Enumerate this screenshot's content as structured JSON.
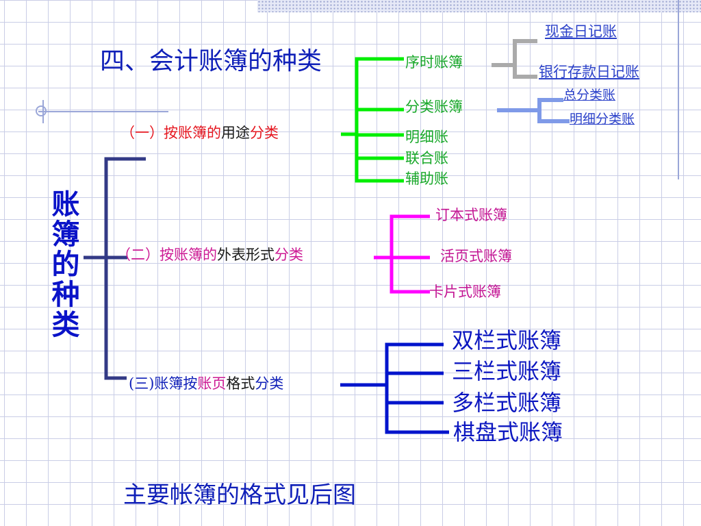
{
  "title": "四、会计账簿的种类",
  "side_label": "账簿的种类",
  "sec1": {
    "p1": "（一）按账簿的",
    "p2": "用途",
    "p3": "分类"
  },
  "sec1_items": [
    "序时账簿",
    "分类账簿",
    "明细账",
    "联合账",
    "辅助账"
  ],
  "sub_journal": [
    "现金日记账",
    "银行存款日记账"
  ],
  "sub_ledger": [
    "总分类账",
    "明细分类账"
  ],
  "sec2": {
    "p1": "（二）按账簿的",
    "p2": "外表形式",
    "p3": "分类"
  },
  "sec2_items": [
    "订本式账簿",
    "活页式账簿",
    "卡片式账簿"
  ],
  "sec3": {
    "p1": "(三)",
    "p2": "账簿按",
    "p3": "账页",
    "p4": "格式",
    "p5": "分类"
  },
  "sec3_items": [
    "双栏式账簿",
    "三栏式账簿",
    "多栏式账簿",
    "棋盘式账簿"
  ],
  "footer": "主要帐簿的格式见后图",
  "colors": {
    "green": "#00ee00",
    "magenta": "#ff00ff",
    "blue": "#0014cc",
    "navy": "#333a86",
    "gray": "#aaaaaa",
    "light_blue": "#7f9ae8"
  }
}
